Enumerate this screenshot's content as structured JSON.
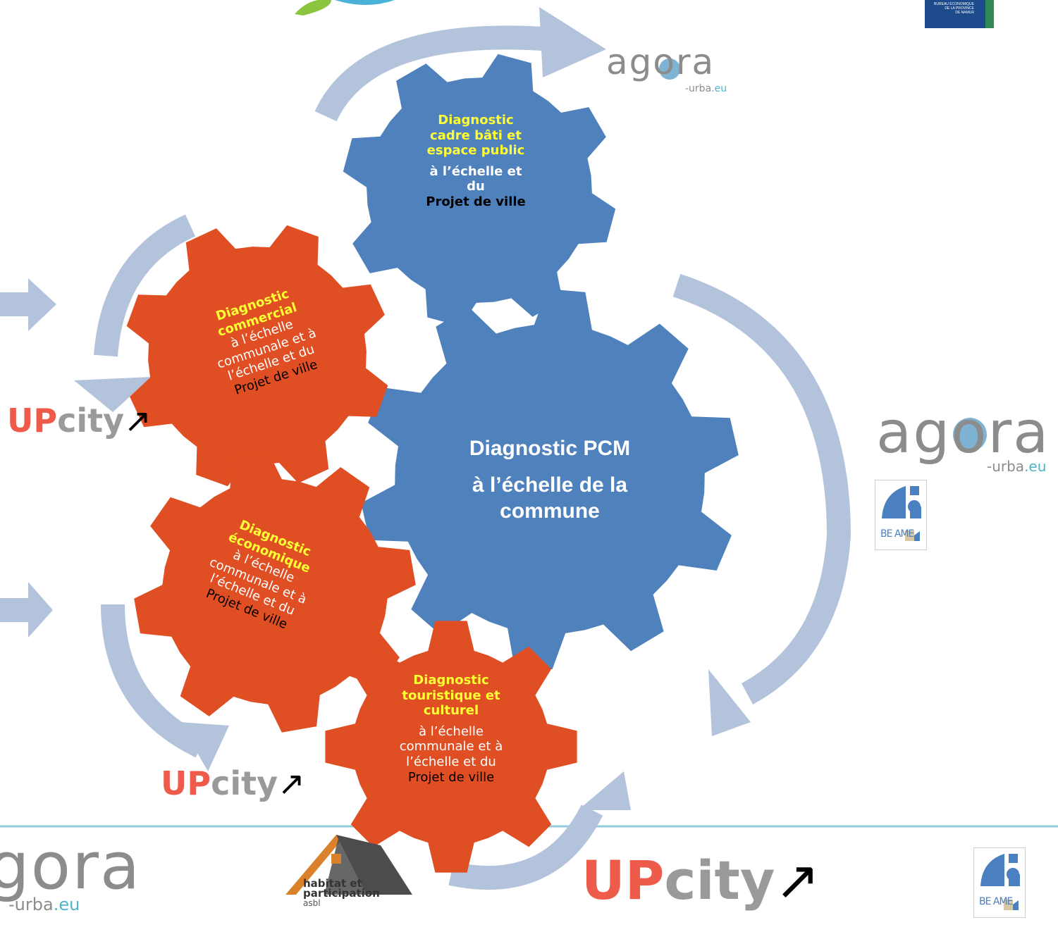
{
  "diagram": {
    "center_gear": {
      "title": "Diagnostic PCM",
      "subtitle": "à l’échelle de la commune",
      "color": "#4f81bd"
    },
    "gears": [
      {
        "id": "cadre-bati",
        "title": "Diagnostic cadre bâti et espace public",
        "scale": "à l’échelle et du",
        "project": "Projet de ville",
        "color": "#4f81bd"
      },
      {
        "id": "commercial",
        "title": "Diagnostic commercial",
        "scale": "à l’échelle communale et à l’échelle et du",
        "project": "Projet de ville",
        "color": "#e04e23"
      },
      {
        "id": "economique",
        "title": "Diagnostic économique",
        "scale": "à l’échelle communale et à l’échelle et du",
        "project": "Projet de ville",
        "color": "#e04e23"
      },
      {
        "id": "touristique",
        "title": "Diagnostic touristique et culturel",
        "scale": "à l’échelle communale et à l’échelle et du",
        "project": "Projet de ville",
        "color": "#e04e23"
      }
    ],
    "arrow_color": "#b4c3dc",
    "accent_title_color": "#ffff33"
  },
  "logos": {
    "agora": {
      "word": "agora",
      "sub": "-urba",
      "tld": ".eu"
    },
    "upcity": {
      "up": "UP",
      "city": "city",
      "arrow": "↗"
    },
    "beame": {
      "text": "BE AME"
    },
    "habitat": {
      "line1": "habitat et",
      "line2": "participation",
      "line3": "asbl"
    },
    "namur": {
      "line1": "BUREAU ÉCONOMIQUE",
      "line2": "DE LA PROVINCE",
      "line3": "DE NAMUR"
    }
  }
}
